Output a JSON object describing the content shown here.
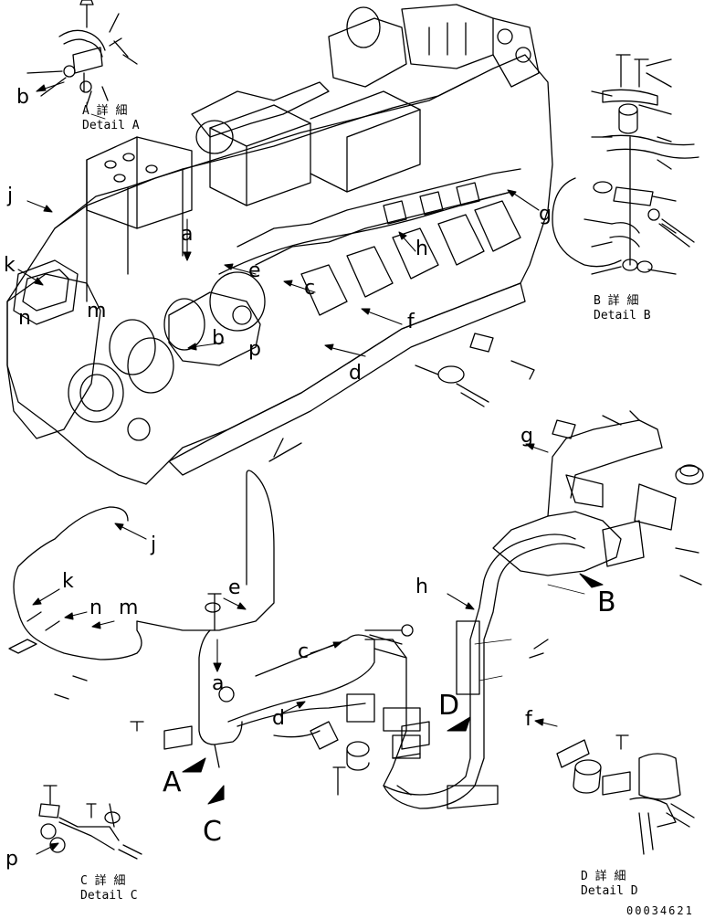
{
  "figure": {
    "part_number": "00034621",
    "details": [
      {
        "id": "A",
        "jp": "A 詳 細",
        "en": "Detail A"
      },
      {
        "id": "B",
        "jp": "B 詳 細",
        "en": "Detail B"
      },
      {
        "id": "C",
        "jp": "C 詳 細",
        "en": "Detail C"
      },
      {
        "id": "D",
        "jp": "D 詳 細",
        "en": "Detail D"
      }
    ],
    "callouts": {
      "a1": "a",
      "a2": "a",
      "b1": "b",
      "b2": "b",
      "c1": "c",
      "c2": "c",
      "d1": "d",
      "d2": "d",
      "e1": "e",
      "e2": "e",
      "f1": "f",
      "f2": "f",
      "g1": "g",
      "g2": "g",
      "h1": "h",
      "h2": "h",
      "j1": "j",
      "j2": "j",
      "k1": "k",
      "k2": "k",
      "m1": "m",
      "m2": "m",
      "n1": "n",
      "n2": "n",
      "p1": "p",
      "p2": "p",
      "A": "A",
      "B": "B",
      "C": "C",
      "D": "D"
    }
  }
}
